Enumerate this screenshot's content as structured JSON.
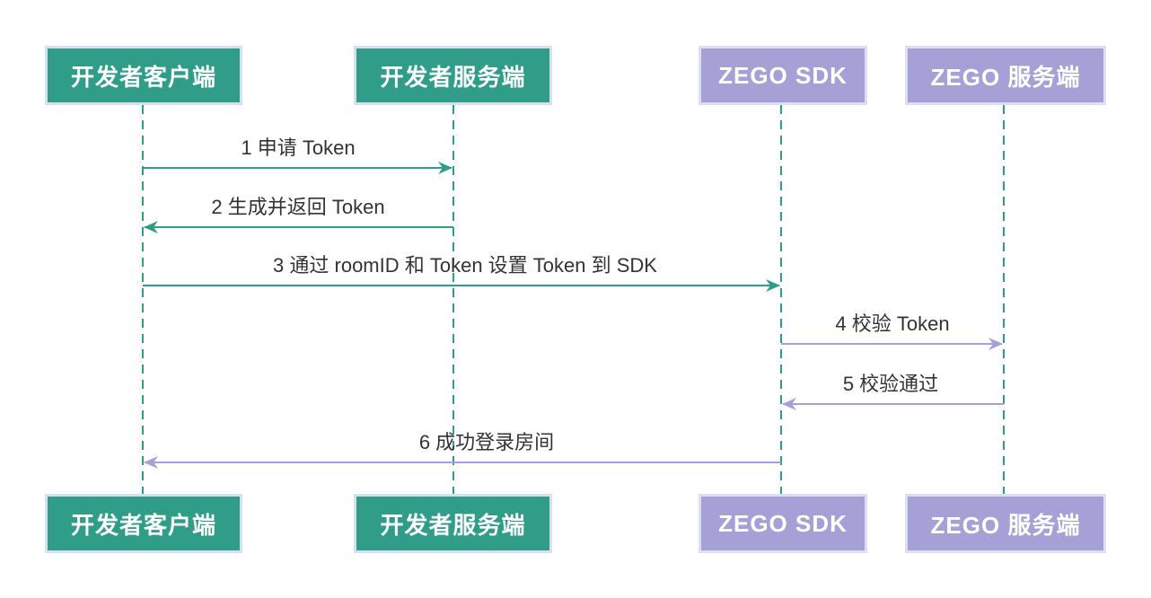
{
  "diagram": {
    "type": "sequence-diagram",
    "participants": [
      {
        "id": "dev-client",
        "label": "开发者客户端",
        "theme": "teal"
      },
      {
        "id": "dev-server",
        "label": "开发者服务端",
        "theme": "teal"
      },
      {
        "id": "zego-sdk",
        "label": "ZEGO SDK",
        "theme": "purple"
      },
      {
        "id": "zego-server",
        "label": "ZEGO 服务端",
        "theme": "purple"
      }
    ],
    "messages": [
      {
        "seq": 1,
        "from": "dev-client",
        "to": "dev-server",
        "label": "1 申请 Token",
        "theme": "teal"
      },
      {
        "seq": 2,
        "from": "dev-server",
        "to": "dev-client",
        "label": "2 生成并返回 Token",
        "theme": "teal"
      },
      {
        "seq": 3,
        "from": "dev-client",
        "to": "zego-sdk",
        "label": "3 通过 roomID 和 Token 设置 Token 到 SDK",
        "theme": "teal"
      },
      {
        "seq": 4,
        "from": "zego-sdk",
        "to": "zego-server",
        "label": "4 校验 Token",
        "theme": "purple"
      },
      {
        "seq": 5,
        "from": "zego-server",
        "to": "zego-sdk",
        "label": "5 校验通过",
        "theme": "purple"
      },
      {
        "seq": 6,
        "from": "zego-sdk",
        "to": "dev-client",
        "label": "6 成功登录房间",
        "theme": "purple"
      }
    ]
  },
  "colors": {
    "teal": "#2f9d88",
    "teal_border": "#d7dff0",
    "purple": "#a5a1d6",
    "purple_border": "#dfddf2",
    "lifeline": "#2f9d88",
    "message_text": "#333333",
    "background": "#ffffff",
    "actor_text": "#ffffff"
  }
}
